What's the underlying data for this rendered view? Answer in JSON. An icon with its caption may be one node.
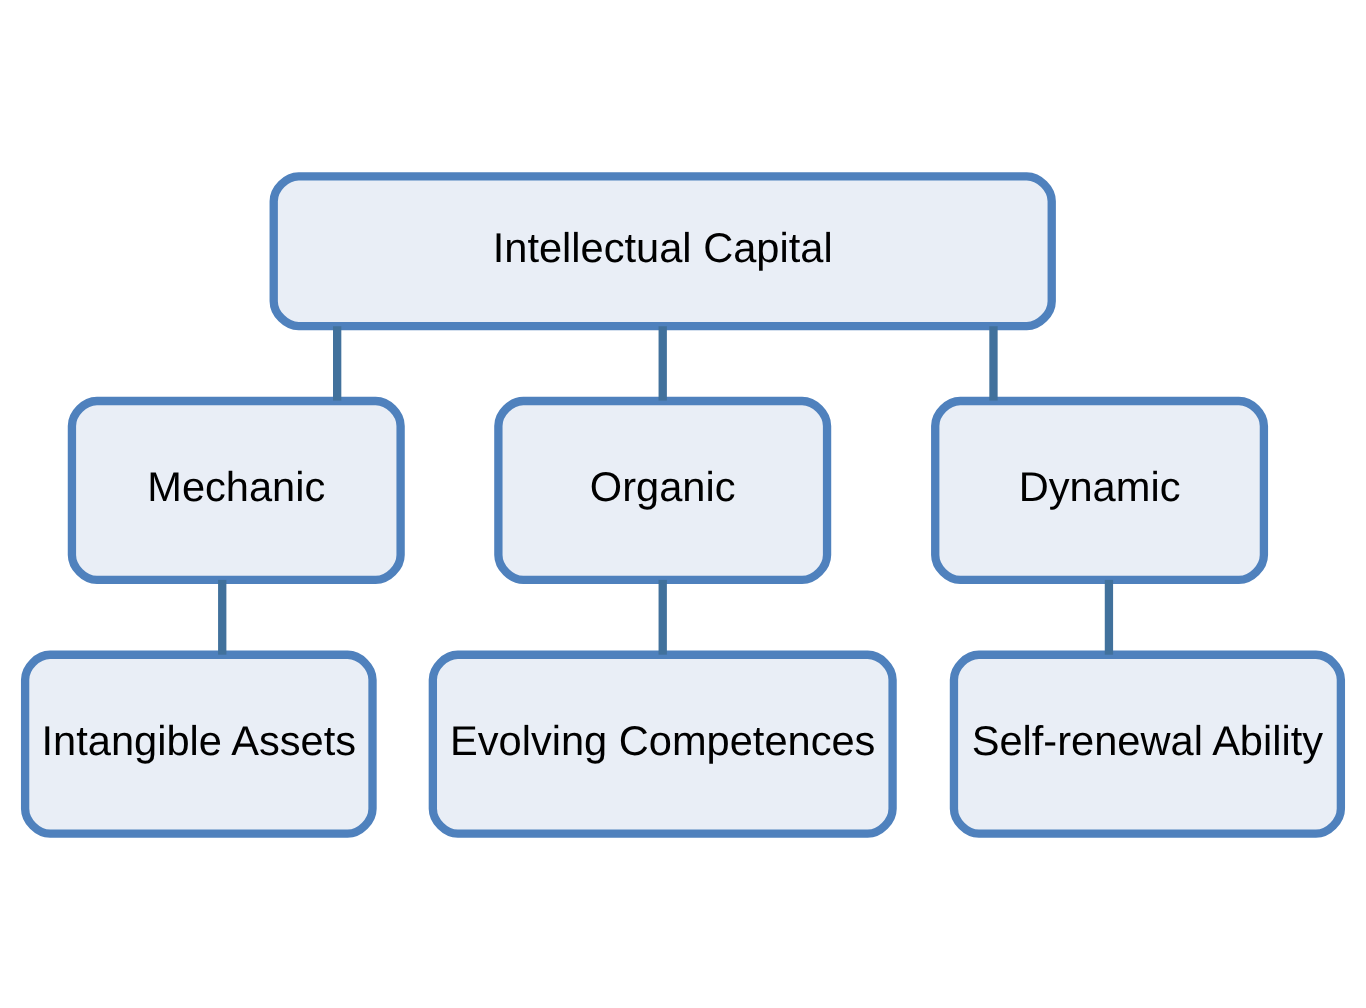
{
  "diagram": {
    "nodes": [
      {
        "text": [
          "Intellectual Capital"
        ]
      },
      {
        "text": [
          "Mechanic"
        ]
      },
      {
        "text": [
          "Organic"
        ]
      },
      {
        "text": [
          "Dynamic"
        ]
      },
      {
        "text": [
          "Intangible Assets"
        ]
      },
      {
        "text": [
          "Evolving Competences"
        ]
      },
      {
        "text": [
          "Self-renewal Ability"
        ]
      }
    ],
    "edges": [
      {
        "from": 0,
        "to": 1,
        "arrow": "none"
      },
      {
        "from": 0,
        "to": 2,
        "arrow": "none"
      },
      {
        "from": 0,
        "to": 3,
        "arrow": "none"
      },
      {
        "from": 1,
        "to": 4,
        "arrow": "none"
      },
      {
        "from": 2,
        "to": 5,
        "arrow": "none"
      },
      {
        "from": 3,
        "to": 6,
        "arrow": "none"
      }
    ]
  }
}
